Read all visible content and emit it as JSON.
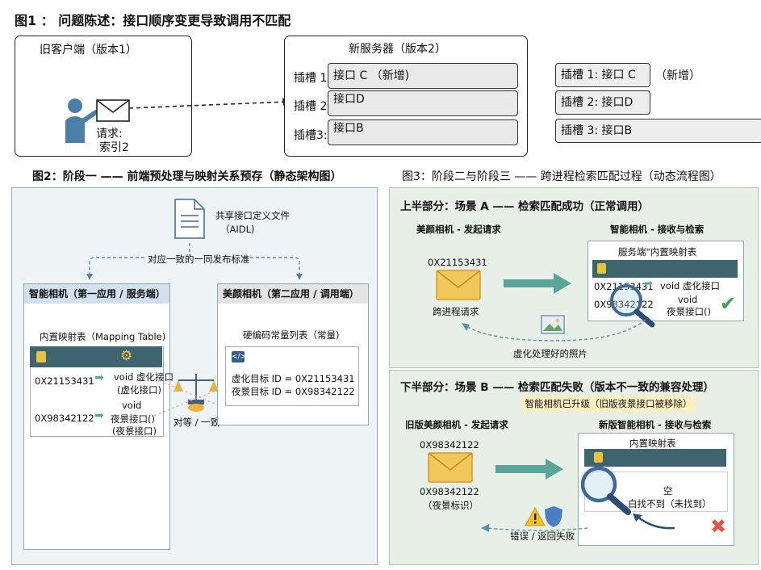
{
  "fig1": {
    "title": "图1 ： 问题陈述：接口顺序变更导致调用不匹配",
    "client_title": "旧客户端（版本1）",
    "request_line1": "请求:",
    "request_line2": "索引2",
    "server_title": "新服务器（版本2）",
    "slots": [
      {
        "label": "插槽 1:",
        "value": "接口 C （新增)"
      },
      {
        "label": "插槽 2:",
        "value": "接口D"
      },
      {
        "label": "插槽3:",
        "value": "接口B"
      }
    ],
    "side_slots": [
      {
        "value": "插槽 1:  接口 C"
      },
      {
        "value": "插槽 2:  接口D"
      },
      {
        "value": "插槽 3:  接口B"
      }
    ],
    "side_new": "（新增）"
  },
  "fig2": {
    "title": "图2：阶段一 —— 前端预处理与映射关系预存（静态架构图）",
    "doc_title": "共享接口定义文件",
    "doc_sub": "（AIDL)",
    "standard_label": "对应一致的一同发布标准",
    "left_header": "智能相机（第一应用 / 服务端）",
    "left_table_title": "内置映射表（Mapping Table)",
    "left_rows": [
      {
        "id": "0X21153431",
        "iface": "void 虚化接口",
        "iface2": "(虚化接口)"
      },
      {
        "id": "0X98342122",
        "iface": "void",
        "iface2": "夜景接口()",
        "iface3": "(夜景接口)"
      }
    ],
    "peer_label": "对等 / 一致",
    "right_header": "美颜相机（第二应用 / 调用端）",
    "right_list_title": "硬编码常量列表（常量)",
    "right_rows": [
      "虚化目标 ID = 0X21153431",
      "夜景目标 ID = 0X98342122"
    ]
  },
  "fig3": {
    "title": "图3：阶段二与阶段三 —— 跨进程检索匹配过程（动态流程图）",
    "a_title": "上半部分：场景 A —— 检索匹配成功（正常调用）",
    "a_left_title": "美颜相机 - 发起请求",
    "a_id": "0X21153431",
    "a_req": "跨进程请求",
    "a_right_title": "智能相机 - 接收与检索",
    "a_table_title": "服务端\"内置映射表",
    "a_rows": [
      {
        "id": "0X21153431",
        "iface": "void 虚化接口"
      },
      {
        "id": "0X98342122",
        "iface": "void",
        "iface2": "夜景接口()"
      }
    ],
    "a_return": "虚化处理好的照片",
    "b_title": "下半部分：场景 B —— 检索匹配失败（版本不一致的兼容处理）",
    "b_banner": "智能相机已升级（旧版夜景接口被移除）",
    "b_left_title": "旧版美颜相机 - 发起请求",
    "b_id_top": "0X98342122",
    "b_id": "0X98342122",
    "b_id_note": "（夜景标识）",
    "b_right_title": "新版智能相机 - 接收与检索",
    "b_table_title": "内置映射表",
    "b_empty": "空",
    "b_notfound": "白找不到（未找到）",
    "b_error": "错误 / 返回失败"
  },
  "colors": {
    "teal": "#3e6470",
    "arrow": "#5aa59a",
    "green_bg": "#e8efe7",
    "banner": "#fbeec0"
  }
}
